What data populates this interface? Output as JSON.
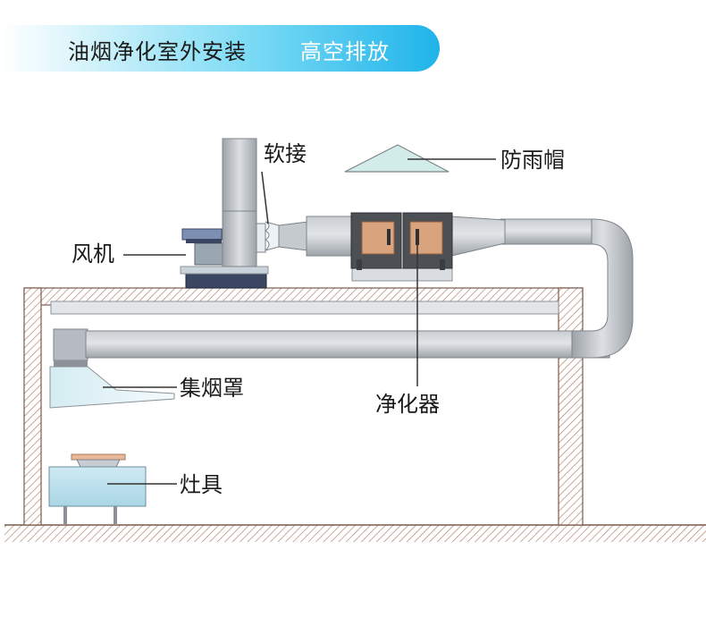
{
  "header": {
    "title": "油烟净化室外安装",
    "subtitle": "高空排放"
  },
  "labels": {
    "soft_joint": "软接",
    "rain_cap": "防雨帽",
    "fan": "风机",
    "hood": "集烟罩",
    "purifier": "净化器",
    "stove": "灶具"
  }
}
